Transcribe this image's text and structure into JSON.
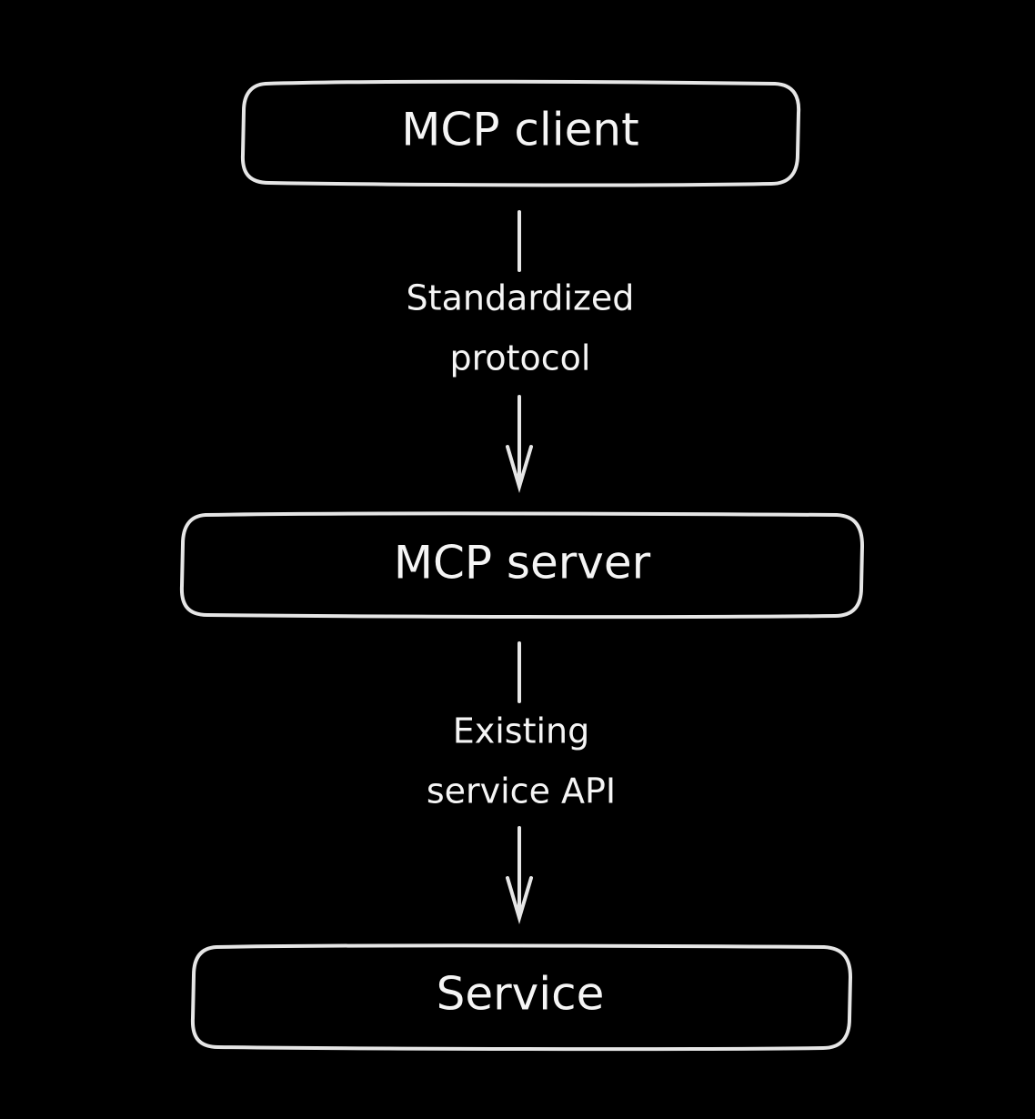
{
  "nodes": {
    "client": {
      "label": "MCP client"
    },
    "server": {
      "label": "MCP server"
    },
    "service": {
      "label": "Service"
    }
  },
  "edges": {
    "client_to_server": {
      "label_line1": "Standardized",
      "label_line2": "protocol"
    },
    "server_to_service": {
      "label_line1": "Existing",
      "label_line2": "service API"
    }
  },
  "colors": {
    "background": "#000000",
    "stroke": "#e6e6e6",
    "text": "#f5f5f5"
  }
}
